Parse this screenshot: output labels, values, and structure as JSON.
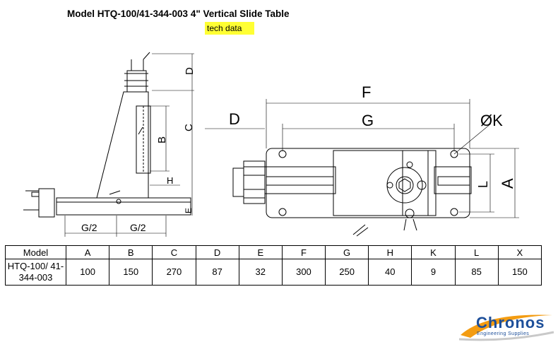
{
  "header": {
    "title": "Model HTQ-100/41-344-003 4\" Vertical Slide Table",
    "badge": "tech data"
  },
  "drawing": {
    "side_view_labels": {
      "D": "D",
      "C": "C",
      "B": "B",
      "H": "H",
      "E": "E",
      "G_half_left": "G/2",
      "G_half_right": "G/2"
    },
    "top_view_labels": {
      "F": "F",
      "G": "G",
      "D": "D",
      "K": "ØK",
      "L": "L",
      "A": "A"
    }
  },
  "specs": {
    "headers": [
      "Model",
      "A",
      "B",
      "C",
      "D",
      "E",
      "F",
      "G",
      "H",
      "K",
      "L",
      "X"
    ],
    "row": {
      "model": "HTQ-100/ 41-344-003",
      "values": [
        "100",
        "150",
        "270",
        "87",
        "32",
        "300",
        "250",
        "40",
        "9",
        "85",
        "150"
      ]
    }
  },
  "logo": {
    "name": "Chronos",
    "tagline": "Engineering Supplies",
    "color": "#1d4f9a"
  }
}
